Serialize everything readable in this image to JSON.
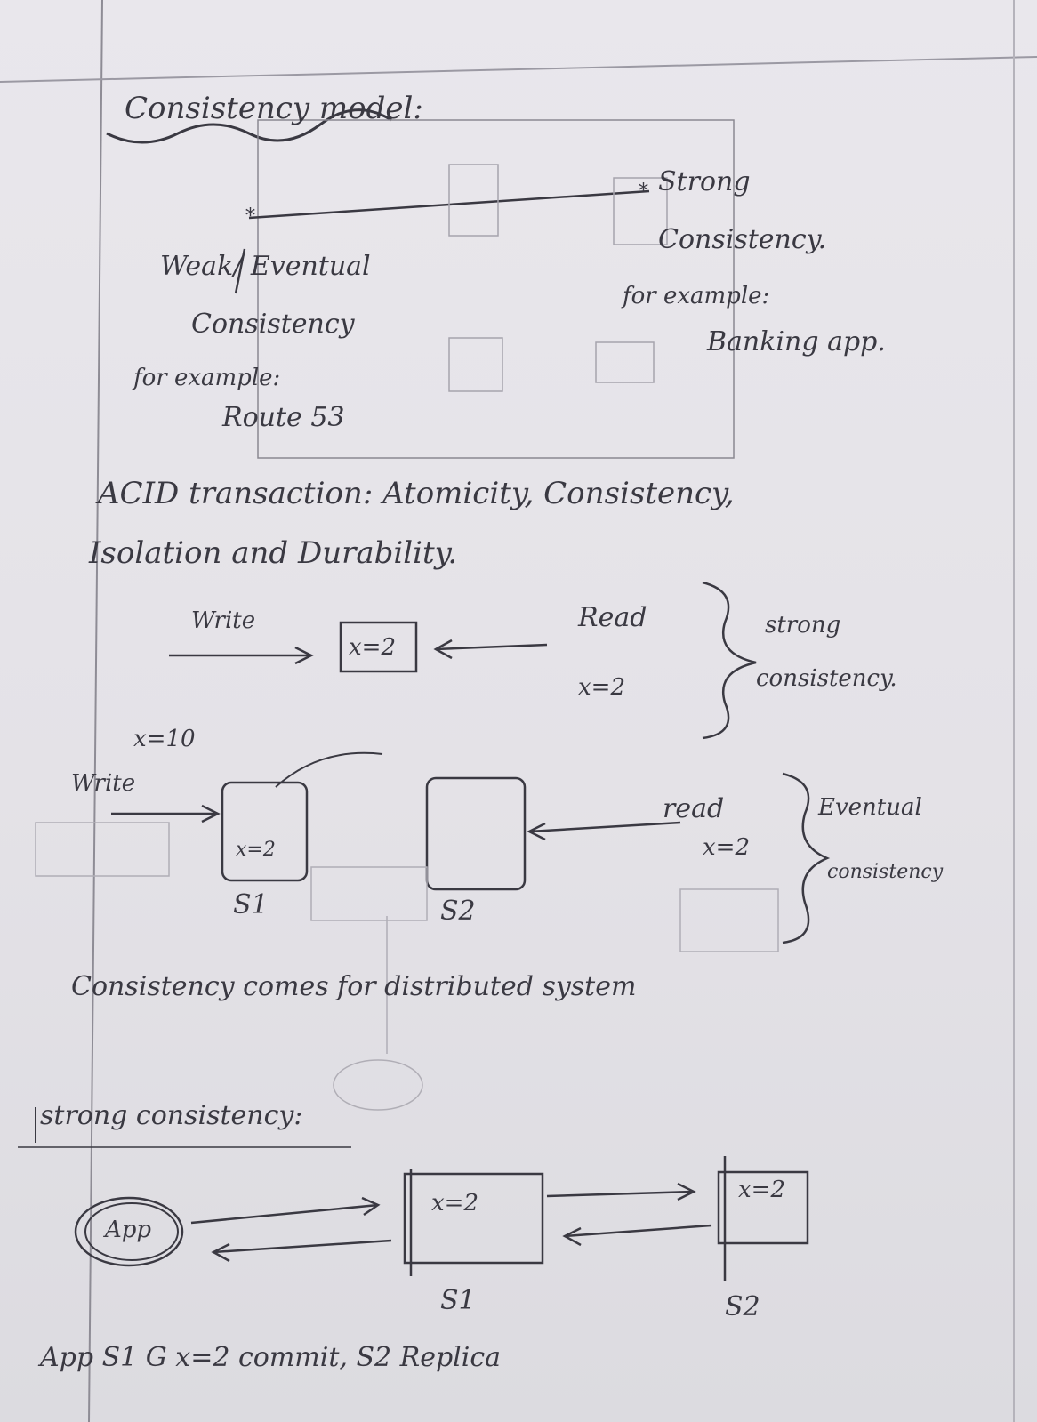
{
  "heading": "Consistency model:",
  "model_diagram": {
    "left_label": "Weak/ Eventual",
    "left_label_2": "Consistency",
    "left_example": "for example:",
    "left_example_value": "Route 53",
    "right_label": "Strong",
    "right_label_2": "Consistency.",
    "right_example": "for example:",
    "right_example_value": "Banking app."
  },
  "acid": {
    "line1": "ACID transaction: Atomicity, Consistency,",
    "line2": "Isolation and Durability."
  },
  "strong_example": {
    "write": "Write",
    "box": "x=2",
    "read": "Read",
    "read_value": "x=2",
    "label": "strong",
    "label_2": "consistency."
  },
  "eventual_example": {
    "value_note": "x=10",
    "write": "Write",
    "box_s1": "x=2",
    "s1": "S1",
    "s2": "S2",
    "read": "read",
    "read_value": "x=2",
    "label": "Eventual",
    "label_2": "consistency"
  },
  "distributed_note": "Consistency comes for distributed system",
  "strong_section": {
    "heading": "strong consistency:",
    "app": "App",
    "s1_box": "x=2",
    "s2_box": "x=2",
    "s1": "S1",
    "s2": "S2"
  },
  "footer_note": "App S1 G x=2 commit, S2 Replica"
}
